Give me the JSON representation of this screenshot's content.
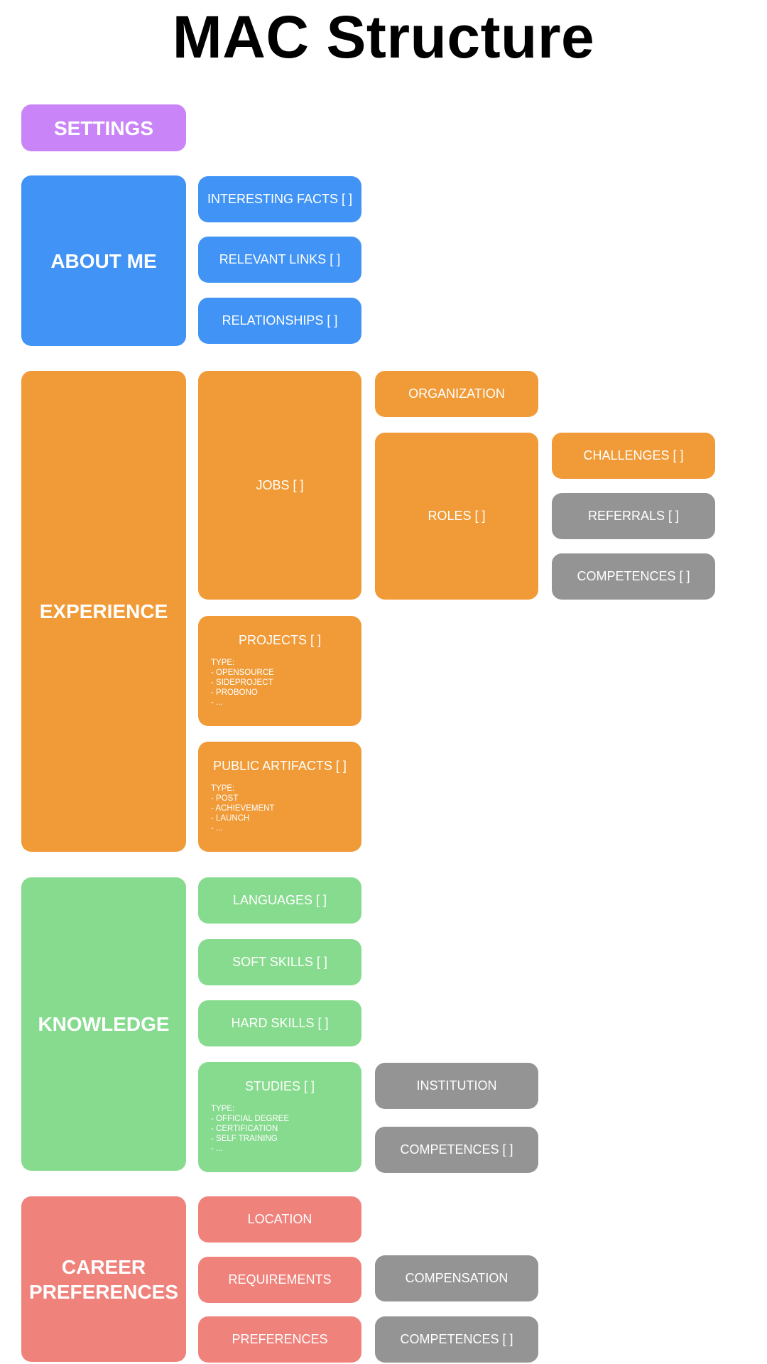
{
  "title": "MAC Structure",
  "nodes": {
    "settings": "SETTINGS",
    "about_me": "ABOUT ME",
    "interesting_facts": "INTERESTING FACTS [ ]",
    "relevant_links": "RELEVANT LINKS [ ]",
    "relationships": "RELATIONSHIPS [ ]",
    "experience": "EXPERIENCE",
    "jobs": "JOBS [ ]",
    "organization": "ORGANIZATION",
    "roles": "ROLES [ ]",
    "challenges": "CHALLENGES [ ]",
    "referrals": "REFERRALS [ ]",
    "role_competences": "COMPETENCES [ ]",
    "projects": {
      "label": "PROJECTS [ ]",
      "type_label": "TYPE:",
      "types": [
        "OPENSOURCE",
        "SIDEPROJECT",
        "PROBONO",
        "..."
      ]
    },
    "public_artifacts": {
      "label": "PUBLIC ARTIFACTS [ ]",
      "type_label": "TYPE:",
      "types": [
        "POST",
        "ACHIEVEMENT",
        "LAUNCH",
        "..."
      ]
    },
    "knowledge": "KNOWLEDGE",
    "languages": "LANGUAGES [ ]",
    "soft_skills": "SOFT SKILLS [ ]",
    "hard_skills": "HARD SKILLS [ ]",
    "studies": {
      "label": "STUDIES [ ]",
      "type_label": "TYPE:",
      "types": [
        "OFFICIAL DEGREE",
        "CERTIFICATION",
        "SELF TRAINING",
        "..."
      ]
    },
    "institution": "INSTITUTION",
    "study_competences": "COMPETENCES [ ]",
    "career_preferences": "CAREER PREFERENCES",
    "location": "LOCATION",
    "requirements": "REQUIREMENTS",
    "compensation": "COMPENSATION",
    "preferences": "PREFERENCES",
    "preference_competences": "COMPETENCES [ ]"
  },
  "colors": {
    "settings": "#c985f8",
    "about_me": "#4194f6",
    "experience": "#f09b38",
    "knowledge": "#87db8e",
    "career_preferences": "#f0827c",
    "neutral": "#949494"
  }
}
